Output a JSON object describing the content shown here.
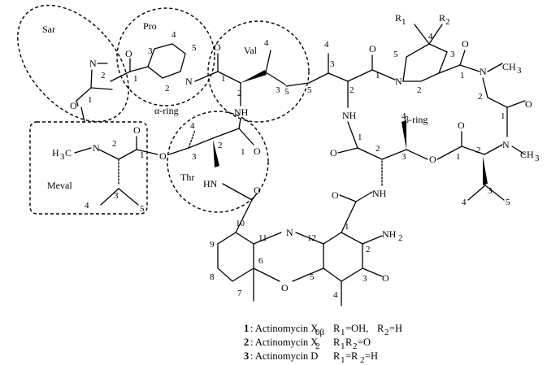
{
  "regions": {
    "sar": "Sar",
    "pro": "Pro",
    "val": "Val",
    "meval": "Meval",
    "thr": "Thr",
    "alpha_ring": "α-ring",
    "beta_ring": "β-ring"
  },
  "atoms": {
    "n": "N",
    "nh": "NH",
    "hn": "HN",
    "o": "O",
    "me_left": "—CH",
    "h3c": "H",
    "nh2": "NH",
    "r1": "R",
    "r2": "R"
  },
  "legend": [
    {
      "num": "1",
      "name": ": Actinomycin X",
      "sub": "0β",
      "r": "R",
      "r1sub": "1",
      "r1val": "=OH,",
      "r2": "R",
      "r2sub": "2",
      "r2val": "=H"
    },
    {
      "num": "2",
      "name": ": Actinomycin X",
      "sub": "2",
      "r": "R",
      "r1sub": "1",
      "r1val": "R",
      "r2sub": "2",
      "r2val": "=O"
    },
    {
      "num": "3",
      "name": ": Actinomycin D",
      "sub": "",
      "r": "R",
      "r1sub": "1",
      "r1val": "=R",
      "r2sub": "2",
      "r2val": "=H"
    }
  ]
}
